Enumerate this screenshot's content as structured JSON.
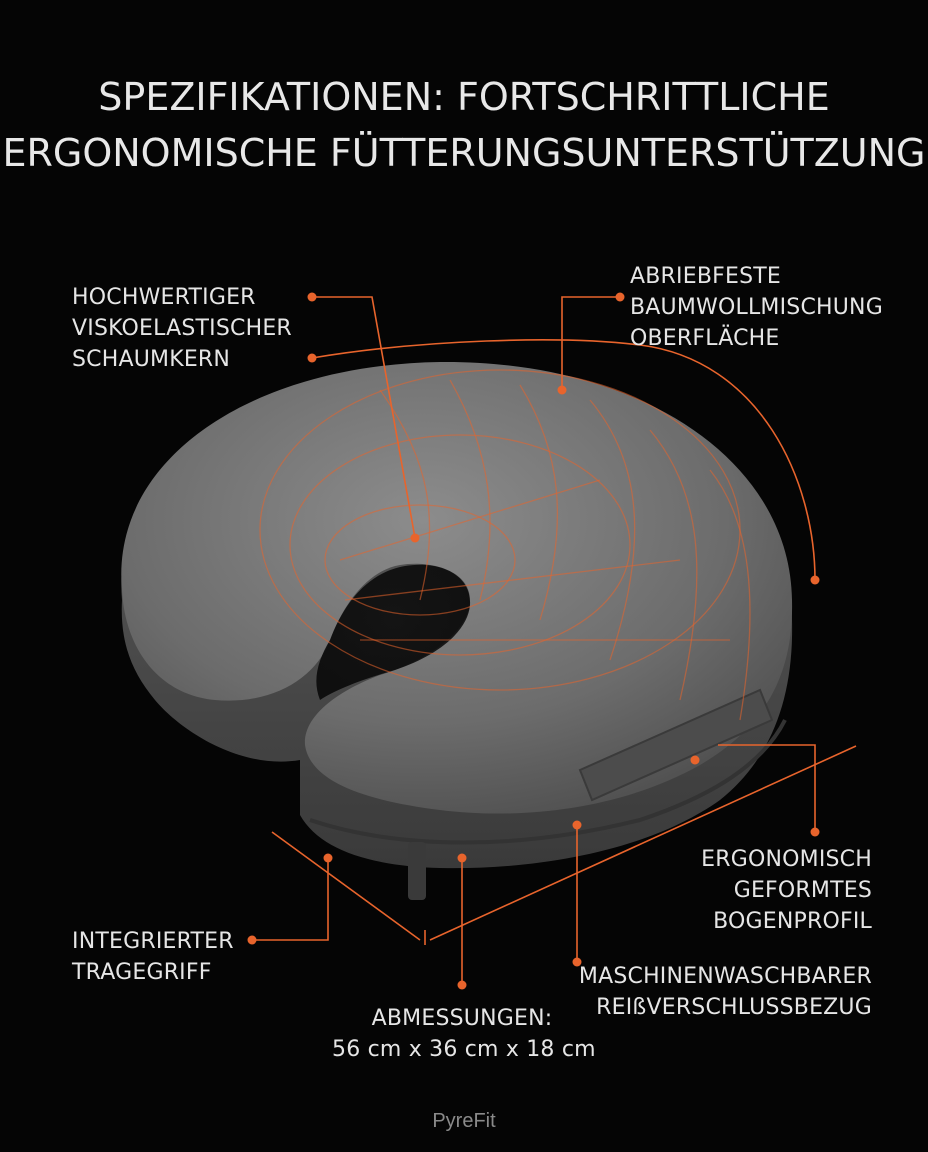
{
  "title": {
    "line1": "SPEZIFIKATIONEN: FORTSCHRITTLICHE",
    "line2": "ERGONOMISCHE FÜTTERUNGSUNTERSTÜTZUNG"
  },
  "callouts": {
    "foam_core": [
      "HOCHWERTIGER",
      "VISKOELASTISCHER",
      "SCHAUMKERN"
    ],
    "surface": [
      "ABRIEBFESTE",
      "BAUMWOLLMISCHUNG",
      "OBERFLÄCHE"
    ],
    "arc_profile": [
      "ERGONOMISCH",
      "GEFORMTES",
      "BOGENPROFIL"
    ],
    "handle": [
      "INTEGRIERTER",
      "TRAGEGRIFF"
    ],
    "cover": [
      "MASCHINENWASCHBARER",
      "REIßVERSCHLUSSBEZUG"
    ],
    "dimensions": [
      "ABMESSUNGEN:",
      "56 cm x 36 cm x 18 cm"
    ]
  },
  "brand": "PyreFit",
  "colors": {
    "background": "#050505",
    "accent": "#e8642c",
    "pillow": "#6f6f6f",
    "text": "#e6e6e6"
  }
}
